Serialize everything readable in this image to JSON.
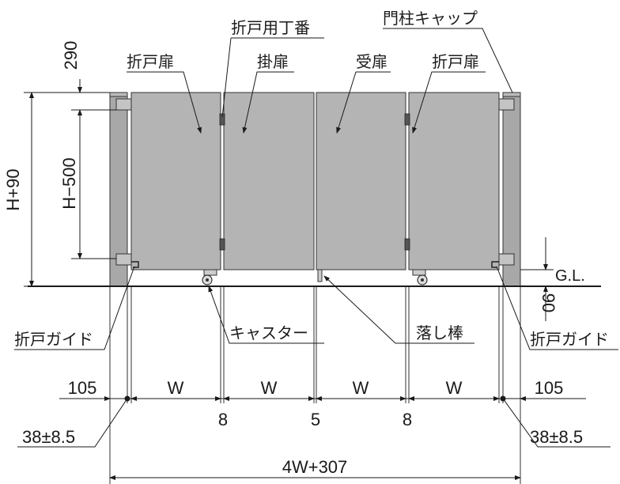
{
  "labels": {
    "hinge": "折戸用丁番",
    "post_cap": "門柱キャップ",
    "fold_door_left": "折戸扉",
    "hanging_door": "掛扉",
    "receiving_door": "受扉",
    "fold_door_right": "折戸扉",
    "guide_left": "折戸ガイド",
    "guide_right": "折戸ガイド",
    "caster": "キャスター",
    "drop_rod": "落し棒",
    "ground_level": "G.L."
  },
  "dimensions": {
    "top_offset": "290",
    "total_height": "H+90",
    "hinge_span": "H−500",
    "below_ground": "90",
    "side_left": "105",
    "side_right": "105",
    "panel_w1": "W",
    "panel_w2": "W",
    "panel_w3": "W",
    "panel_w4": "W",
    "gap_left": "8",
    "gap_center": "5",
    "gap_right": "8",
    "tolerance_left": "38±8.5",
    "tolerance_right": "38±8.5",
    "total_width": "4W+307"
  },
  "colors": {
    "panel": "#b4b4b4",
    "post": "#a8a8a8",
    "line": "#1a1a1a"
  }
}
